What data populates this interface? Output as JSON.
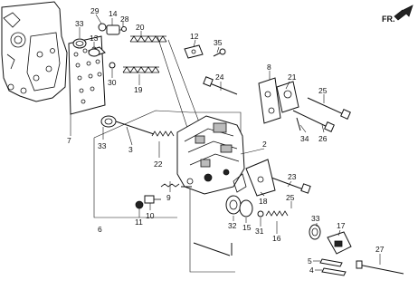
{
  "direction_badge": {
    "text": "FR."
  },
  "callouts": {
    "c2": "2",
    "c3": "3",
    "c4": "4",
    "c5": "5",
    "c6": "6",
    "c7": "7",
    "c8": "8",
    "c9": "9",
    "c10": "10",
    "c11": "11",
    "c12": "12",
    "c13": "13",
    "c14": "14",
    "c15": "15",
    "c16": "16",
    "c17": "17",
    "c18": "18",
    "c19": "19",
    "c20": "20",
    "c21": "21",
    "c22": "22",
    "c23": "23",
    "c24": "24",
    "c25": "25",
    "c26": "26",
    "c27": "27",
    "c28": "28",
    "c29": "29",
    "c30": "30",
    "c31": "31",
    "c32": "32",
    "c33a": "33",
    "c33b": "33",
    "c33c": "33",
    "c34": "34",
    "c35": "35"
  }
}
